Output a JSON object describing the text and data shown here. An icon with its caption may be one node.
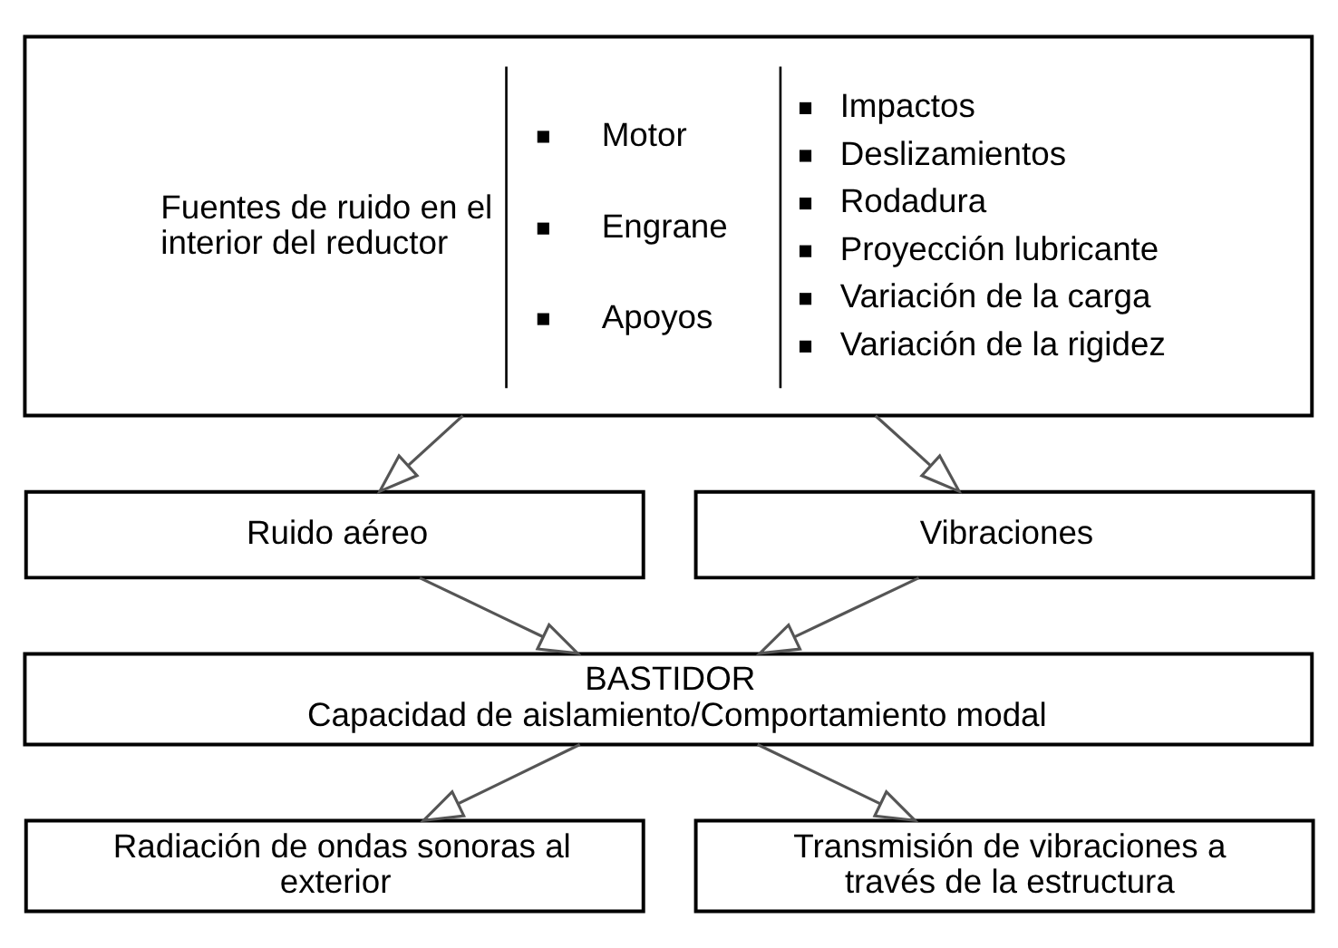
{
  "diagram": {
    "nodes": [
      {
        "text": [
          "Fuentes de ruido en el interior del reductor",
          "Motor",
          "Engrane",
          "Apoyos",
          "Impactos",
          "Deslizamientos",
          "Rodadura",
          "Proyección lubricante",
          "Variación de la carga",
          "Variación de la rigidez"
        ]
      },
      {
        "text": [
          "Ruido aéreo"
        ]
      },
      {
        "text": [
          "Vibraciones"
        ]
      },
      {
        "text": [
          "BASTIDOR",
          "Capacidad de aislamiento/Comportamiento modal"
        ]
      },
      {
        "text": [
          "Radiación de ondas sonoras al exterior"
        ]
      },
      {
        "text": [
          "Transmisión de vibraciones a través de la estructura"
        ]
      }
    ],
    "edges": [
      {
        "from": 0,
        "to": 1,
        "arrow": "to"
      },
      {
        "from": 0,
        "to": 2,
        "arrow": "to"
      },
      {
        "from": 1,
        "to": 3,
        "arrow": "to"
      },
      {
        "from": 2,
        "to": 3,
        "arrow": "to"
      },
      {
        "from": 3,
        "to": 4,
        "arrow": "to"
      },
      {
        "from": 3,
        "to": 5,
        "arrow": "to"
      }
    ]
  }
}
